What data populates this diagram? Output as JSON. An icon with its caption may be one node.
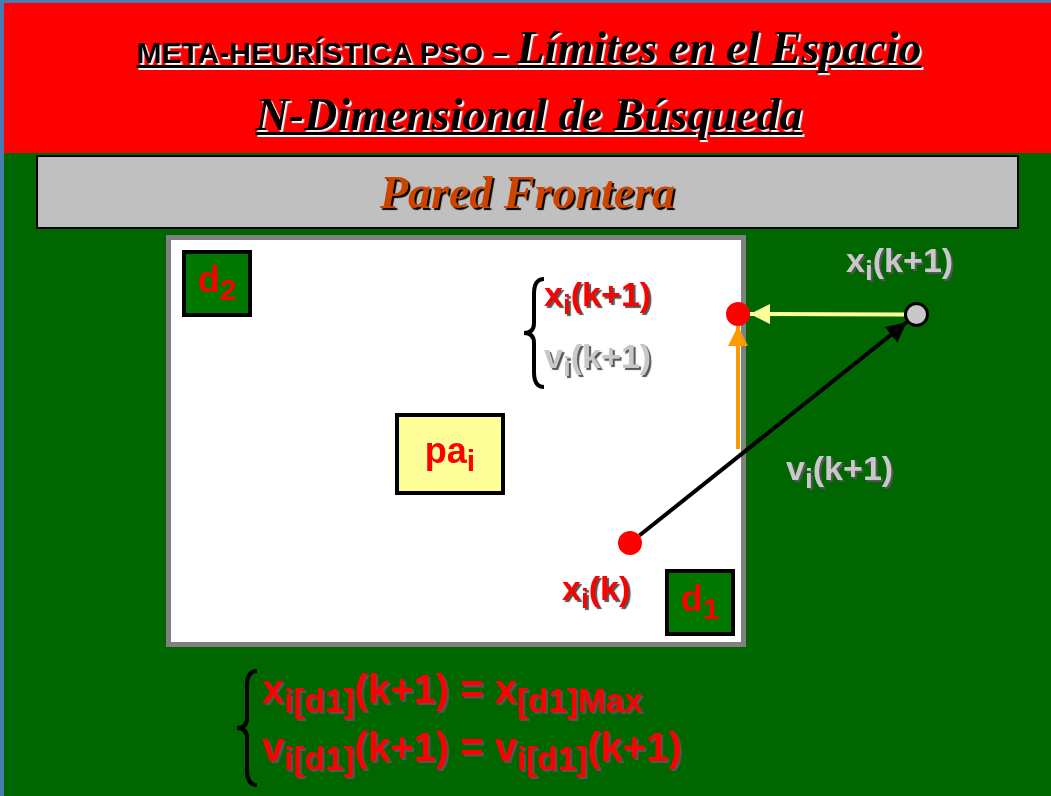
{
  "diagram": {
    "title": "META-HEURÍSTICA PSO – *Límites en el Espacio N-Dimensional de Búsqueda*",
    "nodes": [
      {
        "text": [
          "Pared Frontera"
        ]
      },
      {
        "text": [],
        "shape": "box"
      },
      {
        "text": [
          "d$_{2}$"
        ],
        "in": 1
      },
      {
        "text": [
          "pa$_{i}$"
        ],
        "in": 1
      },
      {
        "text": [],
        "shape": "circle",
        "beside": [
          "x$_{i}$(k+1)",
          "v$_{i}$(k+1)"
        ]
      },
      {
        "text": [],
        "shape": "circle",
        "beside": [
          "x$_{i}$(k+1)"
        ]
      },
      {
        "text": [],
        "shape": "circle",
        "in": 1,
        "beside": [
          "x$_{i}$(k)"
        ]
      },
      {
        "text": [
          "d$_{1}$"
        ],
        "in": 1
      }
    ],
    "edges": [
      {
        "from": 6,
        "to": 5,
        "arrow": "to",
        "label": "v$_{i}$(k+1)",
        "color": "#000000"
      },
      {
        "from": 5,
        "to": 4,
        "arrow": "to",
        "color": "#ffff99"
      },
      {
        "from": 1,
        "to": 4,
        "arrow": "to",
        "color": "#ff9900"
      }
    ],
    "labels": [
      "x$_{i[d1]}$(k+1) = x$_{[d1]Max}$",
      "v$_{i[d1]}$(k+1) = v$_{i[d1]}$(k+1)"
    ]
  }
}
